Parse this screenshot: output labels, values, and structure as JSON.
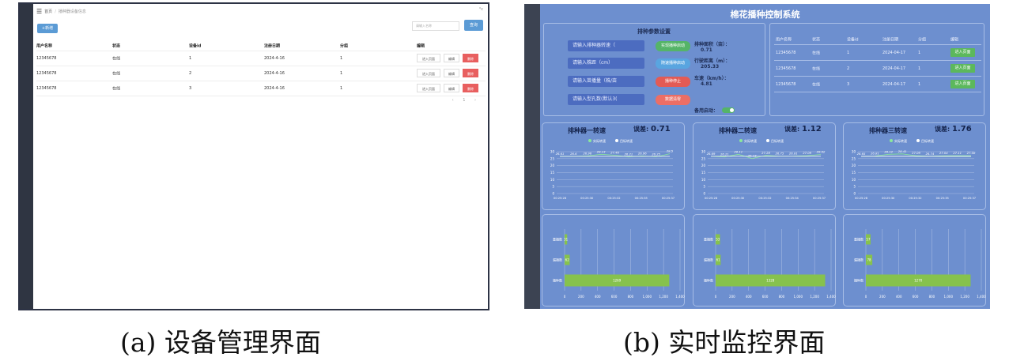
{
  "captions": {
    "a": "(a) 设备管理界面",
    "b": "(b) 实时监控界面"
  },
  "device_mgmt": {
    "menu_icon": "menu-icon",
    "breadcrumb": [
      "首页",
      "/",
      "播种器设备信息"
    ],
    "user_text": "°c",
    "add_button": "+新增",
    "search_placeholder": "请输入名称",
    "query_button": "查询",
    "columns": [
      "用户名称",
      "状态",
      "设备id",
      "注册日期",
      "分组",
      "编辑"
    ],
    "rows": [
      {
        "name": "12345678",
        "status": "在线",
        "id": "1",
        "date": "2024-4-16",
        "group": "1"
      },
      {
        "name": "12345678",
        "status": "在线",
        "id": "2",
        "date": "2024-4-16",
        "group": "1"
      },
      {
        "name": "12345678",
        "status": "在线",
        "id": "3",
        "date": "2024-4-16",
        "group": "1"
      }
    ],
    "row_buttons": {
      "enter": "进入页面",
      "edit": "编辑",
      "delete": "删除"
    },
    "pager": "‹ 1 ›"
  },
  "monitor": {
    "title": "棉花播种控制系统",
    "params": {
      "title": "排种参数设置",
      "inputs": [
        "请输入排种器转速（",
        "请输入株距（cm）",
        "请输入苗播量（株/亩",
        "请输入型孔数(默认3("
      ],
      "buttons": [
        "实现播种启动",
        "随速播种启动",
        "播种停止",
        "数据清零"
      ],
      "stats": [
        {
          "label": "排种面积（亩）：",
          "value": "0.71"
        },
        {
          "label": "行驶距离（m）：",
          "value": "205.33"
        },
        {
          "label": "车速（km/h）：",
          "value": "4.81"
        }
      ],
      "auto_label": "备用启动："
    },
    "devices": {
      "columns": [
        "用户名称",
        "状态",
        "设备id",
        "注册日期",
        "分组",
        "编辑"
      ],
      "rows": [
        {
          "name": "12345678",
          "status": "在线",
          "id": "1",
          "date": "2024-04-17",
          "group": "1"
        },
        {
          "name": "12345678",
          "status": "在线",
          "id": "2",
          "date": "2024-04-17",
          "group": "1"
        },
        {
          "name": "12345678",
          "status": "在线",
          "id": "3",
          "date": "2024-04-17",
          "group": "1"
        }
      ],
      "enter_button": "进入页面"
    },
    "colors": {
      "panel_bg": "#6d8fcf",
      "actual": "#8be89a",
      "target": "#ffffff",
      "bar": "#86c24d"
    }
  },
  "chart_data": [
    {
      "type": "line",
      "title": "排种器一转速",
      "error_label": "误差:",
      "error_value": "0.71",
      "legend": [
        "实际转速",
        "目标转速"
      ],
      "ylim": [
        0,
        30
      ],
      "yticks": [
        "0",
        "5",
        "10",
        "15",
        "20",
        "25",
        "30"
      ],
      "x": [
        "00:25:28",
        "00:25:30",
        "00:25:32",
        "00:25:35",
        "00:25:37"
      ],
      "series": [
        {
          "name": "实际转速",
          "values": [
            26.61,
            26.6,
            26.96,
            28.13,
            27.46,
            26.21,
            26.96,
            26.25,
            28.5
          ]
        },
        {
          "name": "目标转速",
          "values": [
            26.61,
            26.61,
            26.61,
            26.61,
            26.61,
            26.61,
            26.61,
            26.61,
            26.61
          ]
        }
      ]
    },
    {
      "type": "line",
      "title": "排种器二转速",
      "error_label": "误差:",
      "error_value": "1.12",
      "legend": [
        "实际转速",
        "目标转速"
      ],
      "ylim": [
        0,
        30
      ],
      "yticks": [
        "0",
        "5",
        "10",
        "15",
        "20",
        "25",
        "30"
      ],
      "x": [
        "00:25:28",
        "00:25:30",
        "00:25:32",
        "00:25:34",
        "00:25:37"
      ],
      "series": [
        {
          "name": "实际转速",
          "values": [
            26.69,
            26.21,
            28.11,
            25.13,
            27.28,
            26.75,
            26.81,
            27.09,
            28.02
          ]
        },
        {
          "name": "目标转速",
          "values": [
            26.69,
            26.69,
            26.69,
            26.69,
            26.69,
            26.69,
            26.69,
            26.69,
            26.69
          ]
        }
      ]
    },
    {
      "type": "line",
      "title": "排种器三转速",
      "error_label": "误差:",
      "error_value": "1.76",
      "legend": [
        "实际转速",
        "目标转速"
      ],
      "ylim": [
        0,
        30
      ],
      "yticks": [
        "0",
        "5",
        "10",
        "15",
        "20",
        "25",
        "30"
      ],
      "x": [
        "00:25:28",
        "00:25:30",
        "00:25:32",
        "00:25:35",
        "00:25:37"
      ],
      "series": [
        {
          "name": "实际转速",
          "values": [
            26.65,
            26.81,
            28.12,
            28.41,
            27.09,
            26.74,
            27.04,
            27.11,
            27.08
          ]
        },
        {
          "name": "目标转速",
          "values": [
            26.65,
            26.65,
            26.65,
            26.65,
            26.65,
            26.65,
            26.65,
            26.65,
            26.65
          ]
        }
      ]
    },
    {
      "type": "bar",
      "orientation": "horizontal",
      "categories": [
        "重播数",
        "漏播数",
        "播种数"
      ],
      "values": [
        31,
        62,
        1269
      ],
      "labels": [
        "31",
        "62",
        "1269"
      ],
      "xlim": [
        0,
        1400
      ],
      "xticks": [
        "0",
        "200",
        "400",
        "600",
        "800",
        "1,000",
        "1,200",
        "1,400"
      ]
    },
    {
      "type": "bar",
      "orientation": "horizontal",
      "categories": [
        "重播数",
        "漏播数",
        "播种数"
      ],
      "values": [
        53,
        61,
        1328
      ],
      "labels": [
        "53",
        "61",
        "1328"
      ],
      "xlim": [
        0,
        1400
      ],
      "xticks": [
        "0",
        "200",
        "400",
        "600",
        "800",
        "1,000",
        "1,200",
        "1,400"
      ]
    },
    {
      "type": "bar",
      "orientation": "horizontal",
      "categories": [
        "重播数",
        "漏播数",
        "播种数"
      ],
      "values": [
        57,
        78,
        1270
      ],
      "labels": [
        "57",
        "78",
        "1270"
      ],
      "xlim": [
        0,
        1400
      ],
      "xticks": [
        "0",
        "200",
        "400",
        "600",
        "800",
        "1,000",
        "1,200",
        "1,400"
      ]
    }
  ]
}
